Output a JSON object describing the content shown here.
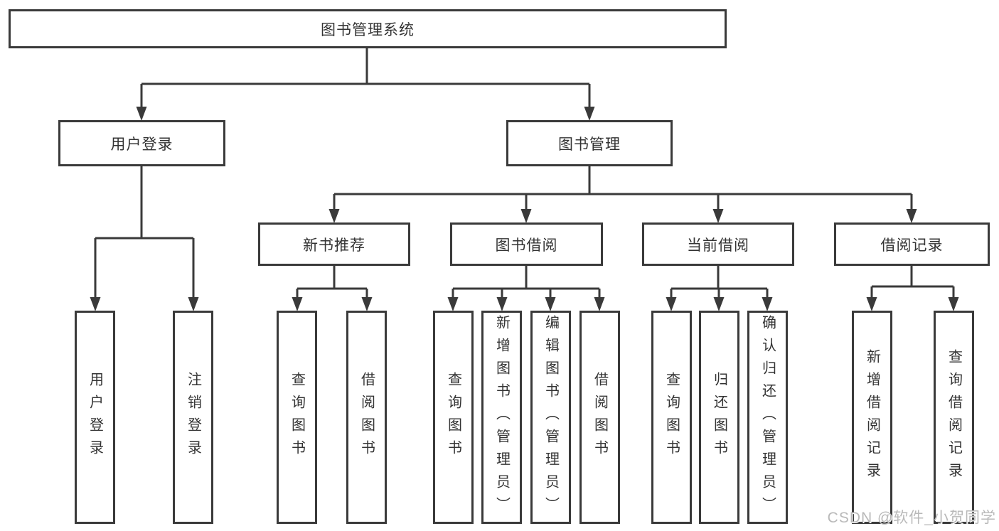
{
  "tree": {
    "root": {
      "label": "图书管理系统",
      "children": [
        {
          "label": "用户登录",
          "children": [
            {
              "label": "用户登录"
            },
            {
              "label": "注销登录"
            }
          ]
        },
        {
          "label": "图书管理",
          "children": [
            {
              "label": "新书推荐",
              "children": [
                {
                  "label": "查询图书"
                },
                {
                  "label": "借阅图书"
                }
              ]
            },
            {
              "label": "图书借阅",
              "children": [
                {
                  "label": "查询图书"
                },
                {
                  "label": "新增图书（管理员）"
                },
                {
                  "label": "编辑图书（管理员）"
                },
                {
                  "label": "借阅图书"
                }
              ]
            },
            {
              "label": "当前借阅",
              "children": [
                {
                  "label": "查询图书"
                },
                {
                  "label": "归还图书"
                },
                {
                  "label": "确认归还（管理员）"
                }
              ]
            },
            {
              "label": "借阅记录",
              "children": [
                {
                  "label": "新增借阅记录"
                },
                {
                  "label": "查询借阅记录"
                }
              ]
            }
          ]
        }
      ]
    }
  },
  "watermark": {
    "text": "CSDN @软件_小贺同学"
  },
  "colors": {
    "line": "#3a3a3a",
    "box_border": "#3a3a3a",
    "text": "#333333",
    "watermark_text": "#b9b9b9",
    "background": "#ffffff"
  }
}
